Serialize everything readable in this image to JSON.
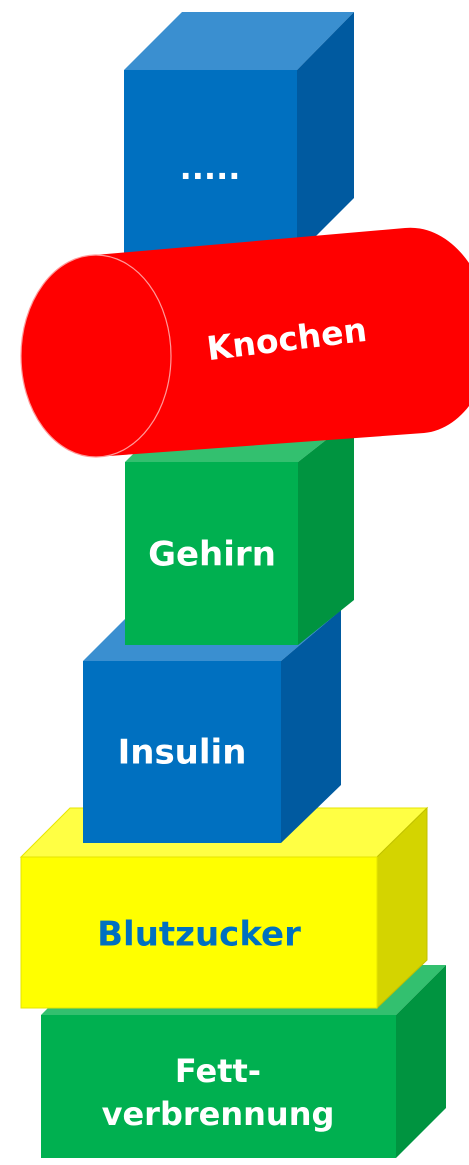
{
  "diagram": {
    "blocks": [
      {
        "key": "top",
        "label": "....."
      },
      {
        "key": "knochen",
        "label": "Knochen"
      },
      {
        "key": "gehirn",
        "label": "Gehirn"
      },
      {
        "key": "insulin",
        "label": "Insulin"
      },
      {
        "key": "blutzucker",
        "label": "Blutzucker"
      },
      {
        "key": "fett",
        "label_line1": "Fett-",
        "label_line2": "verbrennung"
      }
    ]
  },
  "colors": {
    "blue_front": "#0070c0",
    "blue_top": "#3a8fd0",
    "blue_side": "#005aa0",
    "red": "#ff0000",
    "green_front": "#00b050",
    "green_top": "#33c06f",
    "green_side": "#009440",
    "yellow_front": "#ffff00",
    "yellow_top": "#ffff44",
    "yellow_side": "#d4d400",
    "label_white": "#ffffff",
    "label_blue": "#0070c0"
  }
}
